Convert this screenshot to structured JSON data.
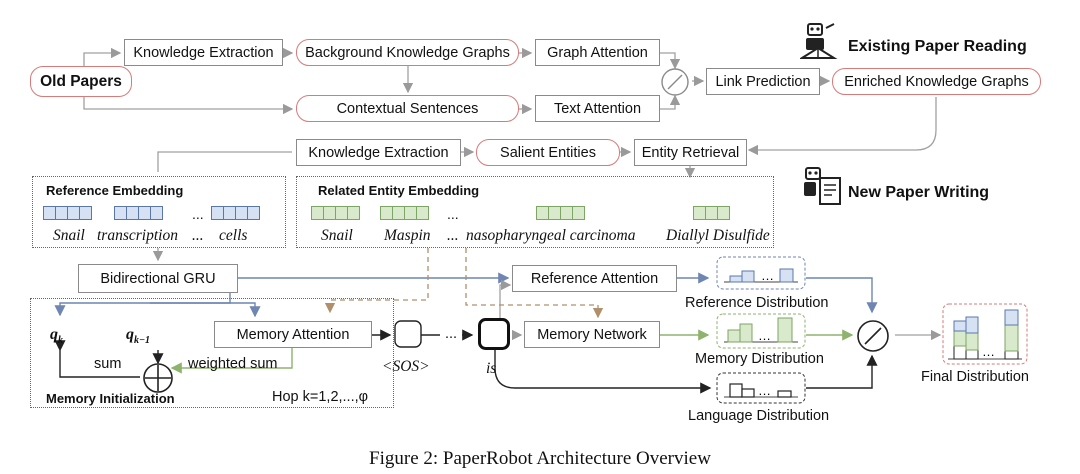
{
  "headers": {
    "existing": "Existing Paper Reading",
    "new": "New Paper Writing"
  },
  "nodes": {
    "old_papers": "Old Papers",
    "ke_top": "Knowledge Extraction",
    "bkg": "Background Knowledge Graphs",
    "graph_att": "Graph Attention",
    "ctx": "Contextual Sentences",
    "text_att": "Text Attention",
    "link_pred": "Link Prediction",
    "enriched": "Enriched Knowledge Graphs",
    "ke_mid": "Knowledge Extraction",
    "salient": "Salient Entities",
    "retrieval": "Entity Retrieval",
    "bigru": "Bidirectional GRU",
    "ref_att": "Reference Attention",
    "mem_att": "Memory Attention",
    "mem_net": "Memory Network"
  },
  "panels": {
    "ref_emb": {
      "title": "Reference Embedding",
      "words": [
        "Snail",
        "transcription",
        "...",
        "cells"
      ]
    },
    "rel_emb": {
      "title": "Related Entity Embedding",
      "words": [
        "Snail",
        "Maspin",
        "...",
        "nasopharyngeal carcinoma",
        "Diallyl Disulfide"
      ]
    },
    "mem_init": {
      "title": "Memory Initialization",
      "hop": "Hop k=1,2,...,φ",
      "sum": "sum",
      "weighted_sum": "weighted sum",
      "qk": "q",
      "qk_sub": "k",
      "qk1": "q",
      "qk1_sub": "k−1"
    }
  },
  "labels": {
    "sos": "<SOS>",
    "ellipsis": "...",
    "is": "is",
    "ref_dist": "Reference Distribution",
    "mem_dist": "Memory Distribution",
    "lang_dist": "Language Distribution",
    "final_dist": "Final Distribution"
  },
  "caption": "Figure 2: PaperRobot Architecture Overview",
  "colors": {
    "pill_border": "#d77a7a",
    "blue_fill": "#d6e1f3",
    "green_fill": "#d8e9cc",
    "blue_line": "#6f86b3",
    "green_line": "#8db36e",
    "dash_line": "#b0906a",
    "gray_line": "#a0a0a0"
  },
  "icons": [
    "robot-reading-icon",
    "robot-writing-icon",
    "gate-icon",
    "sum-icon",
    "hidden-state-icon"
  ]
}
